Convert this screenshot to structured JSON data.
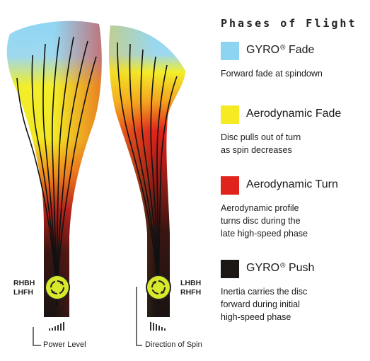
{
  "title": "Phases of Flight",
  "legend": [
    {
      "name": "GYRO",
      "mark": "®",
      "suffix": " Fade",
      "description": [
        "Forward fade at spindown"
      ],
      "color": "#8dd3f2"
    },
    {
      "name": "Aerodynamic Fade",
      "mark": "",
      "suffix": "",
      "description": [
        "Disc pulls out of turn",
        "as spin decreases"
      ],
      "color": "#f6ea22"
    },
    {
      "name": "Aerodynamic Turn",
      "mark": "",
      "suffix": "",
      "description": [
        "Aerodynamic profile",
        "turns disc during the",
        "late high-speed phase"
      ],
      "color": "#e0231c"
    },
    {
      "name": "GYRO",
      "mark": "®",
      "suffix": " Push",
      "description": [
        "Inertia carries the disc",
        "forward during initial",
        "high-speed phase"
      ],
      "color": "#1c1614"
    }
  ],
  "left_throw": {
    "line1": "RHBH",
    "line2": "LHFH"
  },
  "right_throw": {
    "line1": "LHBH",
    "line2": "RHFH"
  },
  "power_level_label": "Power Level",
  "direction_of_spin_label": "Direction of Spin",
  "icons": [
    "spin-direction-icon",
    "power-level-icon"
  ],
  "colors": {
    "badge": "#d7e92a",
    "text": "#1a1a1a"
  }
}
